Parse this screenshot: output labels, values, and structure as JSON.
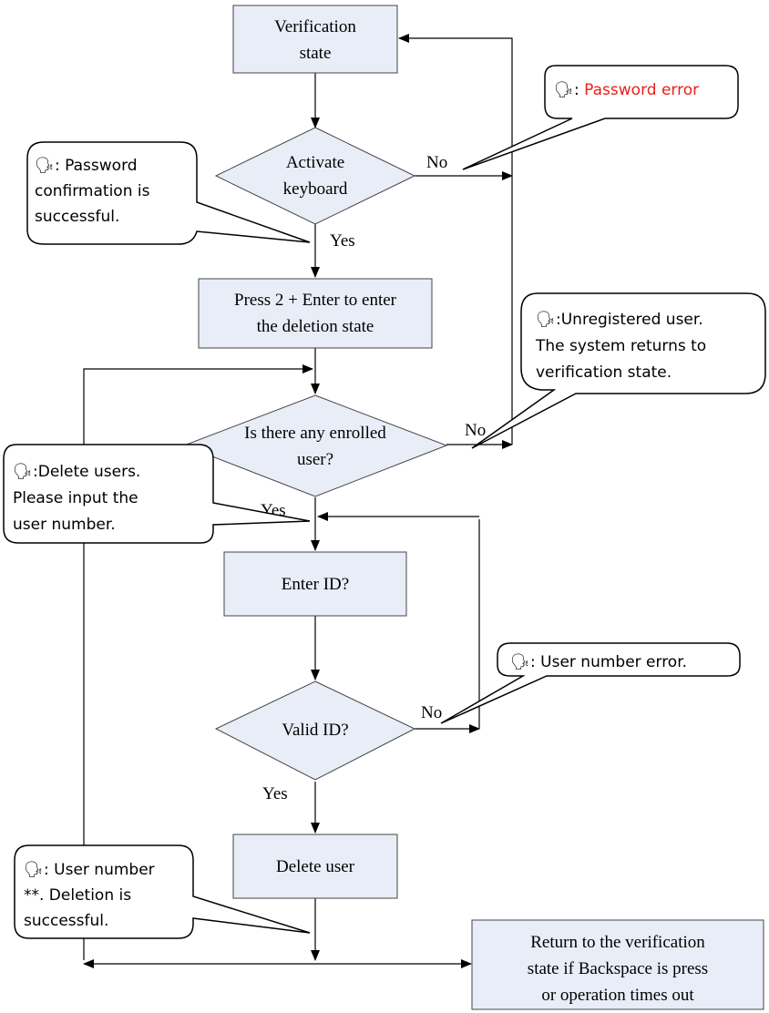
{
  "nodes": {
    "verification_state": [
      "Verification",
      "state"
    ],
    "activate_keyboard": [
      "Activate",
      "keyboard"
    ],
    "press_2_enter": [
      "Press 2 + Enter to enter",
      "the deletion state"
    ],
    "any_enrolled_user": [
      "Is there any enrolled",
      "user?"
    ],
    "enter_id": "Enter ID?",
    "valid_id": "Valid ID?",
    "delete_user": "Delete user",
    "return_verification": [
      "Return to the verification",
      "state if Backspace is press",
      "or operation times out"
    ]
  },
  "edge_labels": {
    "activate_no": "No",
    "activate_yes": "Yes",
    "enrolled_no": "No",
    "enrolled_yes": "Yes",
    "valid_no": "No",
    "valid_yes": "Yes"
  },
  "speaker_icon": "speaker-icon",
  "callouts": {
    "password_error": {
      "prefix": ": ",
      "lines": [
        "Password error"
      ],
      "color": "#e8201c"
    },
    "password_confirmation": {
      "prefix": ": ",
      "lines": [
        "Password",
        "confirmation is",
        "successful."
      ]
    },
    "unregistered_user": {
      "prefix": ":",
      "lines": [
        "Unregistered user.",
        "The system returns to",
        "verification state."
      ]
    },
    "delete_users": {
      "prefix": ":",
      "lines": [
        "Delete users.",
        "Please input the",
        "user number."
      ]
    },
    "user_number_error": {
      "prefix": ": ",
      "lines": [
        "User number error."
      ]
    },
    "deletion_successful": {
      "prefix": ": ",
      "lines": [
        "User number",
        "**. Deletion is",
        "successful."
      ]
    }
  }
}
